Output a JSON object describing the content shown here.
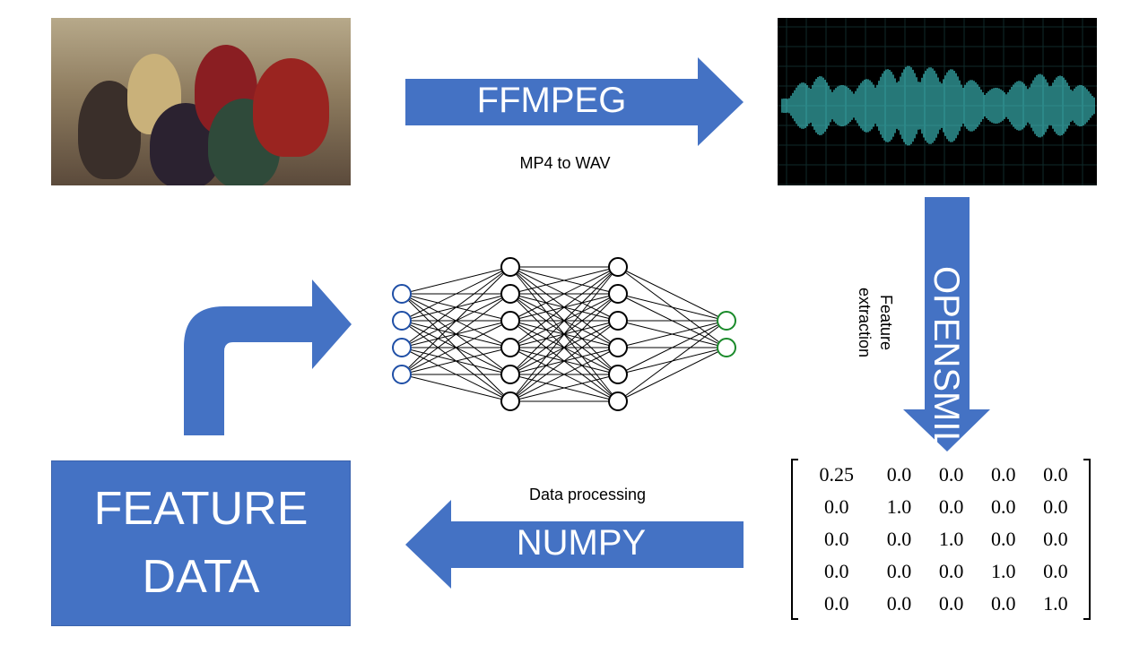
{
  "flow": {
    "ffmpeg": {
      "label": "FFMPEG",
      "caption": "MP4 to WAV"
    },
    "opensmile": {
      "label": "OPENSMILE",
      "caption_line1": "Feature",
      "caption_line2": "extraction"
    },
    "numpy": {
      "label": "NUMPY",
      "caption": "Data processing"
    },
    "feature_box": {
      "line1": "FEATURE",
      "line2": "DATA"
    }
  },
  "matrix": {
    "rows": [
      [
        "0.25",
        "0.0",
        "0.0",
        "0.0",
        "0.0"
      ],
      [
        "0.0",
        "1.0",
        "0.0",
        "0.0",
        "0.0"
      ],
      [
        "0.0",
        "0.0",
        "1.0",
        "0.0",
        "0.0"
      ],
      [
        "0.0",
        "0.0",
        "0.0",
        "1.0",
        "0.0"
      ],
      [
        "0.0",
        "0.0",
        "0.0",
        "0.0",
        "1.0"
      ]
    ]
  },
  "network": {
    "layers": [
      4,
      6,
      6,
      2
    ],
    "colors": {
      "input": "#1f4fa6",
      "hidden": "#000000",
      "output": "#1a8a2a"
    }
  },
  "colors": {
    "arrow": "#4472c4",
    "wave": "#40c8c8",
    "panel": "#000000"
  }
}
